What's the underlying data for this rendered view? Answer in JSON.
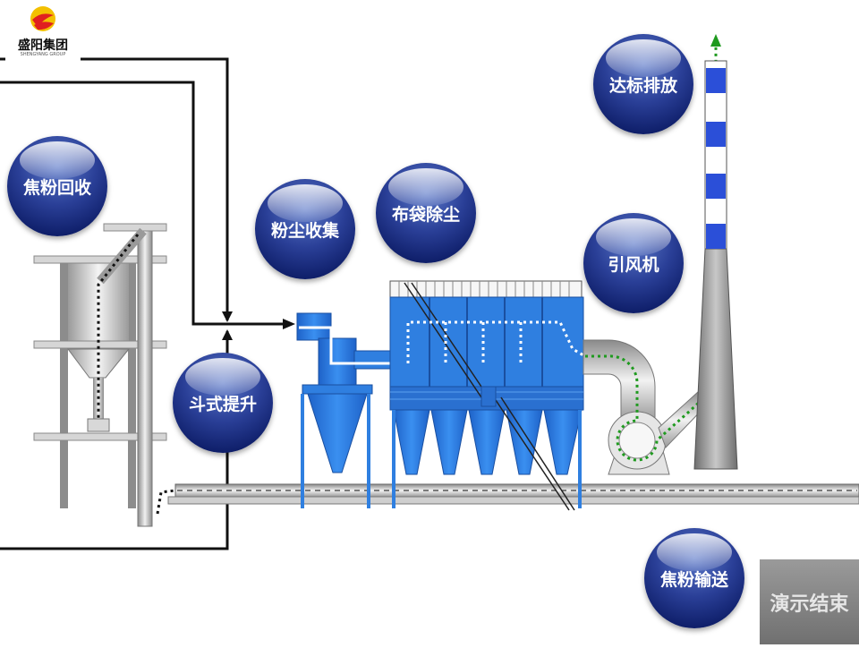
{
  "logo": {
    "name": "盛阳集团",
    "subtitle": "SHENGYANG GROUP"
  },
  "labels": {
    "coke_recovery": "焦粉回收",
    "dust_collection": "粉尘收集",
    "bag_filter": "布袋除尘",
    "emission": "达标排放",
    "induced_fan": "引风机",
    "bucket_elevator": "斗式提升",
    "coke_transport": "焦粉输送"
  },
  "end_button": "演示结束",
  "colors": {
    "equipment_blue": "#2f7fe0",
    "flow_white": "#ffffff",
    "flow_green": "#1f9a1f",
    "bubble_blue": "#1c2f86",
    "stack_blue": "#2b4fd8"
  }
}
